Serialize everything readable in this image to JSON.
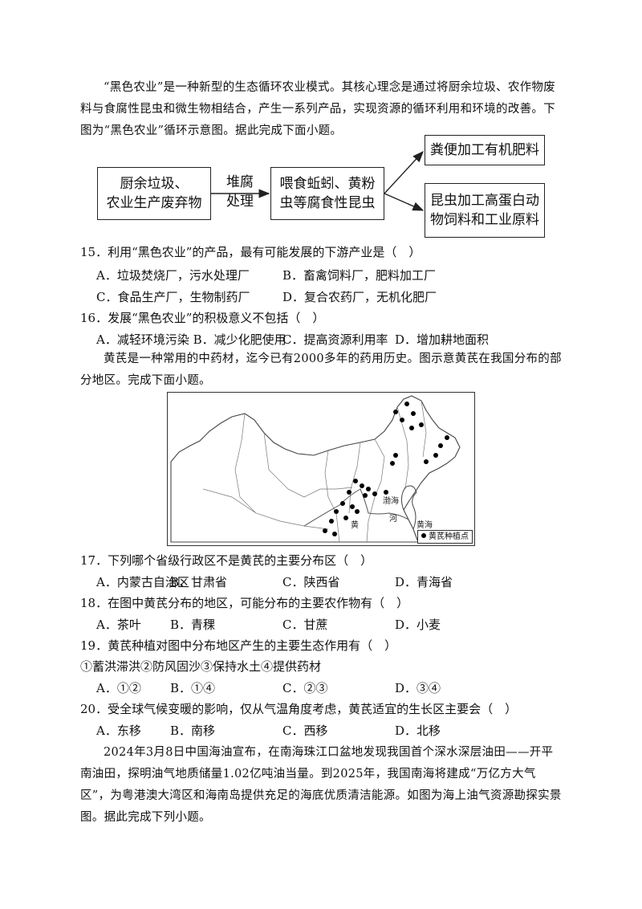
{
  "passage1": "“黑色农业”是一种新型的生态循环农业模式。其核心理念是通过将厨余垃圾、农作物废料与食腐性昆虫和微生物相结合，产生一系列产品，实现资源的循环利用和环境的改善。下图为“黑色农业”循环示意图。据此完成下面小题。",
  "flow": {
    "box1_line1": "厨余垃圾、",
    "box1_line2": "农业生产废弃物",
    "arrow_line1": "堆腐",
    "arrow_line2": "处理",
    "box2_line1": "喂食蚯蚓、黄粉",
    "box2_line2": "虫等腐食性昆虫",
    "box3": "粪便加工有机肥料",
    "box4_line1": "昆虫加工高蛋白动",
    "box4_line2": "物饲料和工业原料"
  },
  "q15": {
    "stem": "15．利用“黑色农业”的产品，最有可能发展的下游产业是（　）",
    "a": "A．垃圾焚烧厂，污水处理厂",
    "b": "B．畜禽饲料厂，肥料加工厂",
    "c": "C．食品生产厂，生物制药厂",
    "d": "D．复合农药厂，无机化肥厂"
  },
  "q16": {
    "stem": "16．发展“黑色农业”的积极意义不包括（　）",
    "a": "A．减轻环境污染 B．减少化肥使用",
    "c": "C．提高资源利用率",
    "d": "D．增加耕地面积"
  },
  "passage2": "黄芪是一种常用的中药材，迄今已有2000多年的药用历史。图示意黄芪在我国分布的部分地区。完成下面小题。",
  "map": {
    "legend": "黄芪种植点",
    "label_bohai": "渤海",
    "label_huanghai": "黄海",
    "label_he": "河",
    "label_huang": "黄"
  },
  "q17": {
    "stem": "17．下列哪个省级行政区不是黄芪的主要分布区（　）",
    "a": "A．内蒙古自治区",
    "b": "B．甘肃省",
    "c": "C．陕西省",
    "d": "D．青海省"
  },
  "q18": {
    "stem": "18．在图中黄芪分布的地区，可能分布的主要农作物有（　）",
    "a": "A．茶叶",
    "b": "B．青稞",
    "c": "C．甘蔗",
    "d": "D．小麦"
  },
  "q19": {
    "stem": "19．黄芪种植对图中分布地区产生的主要生态作用有（　）",
    "sub": "①蓄洪滞洪②防风固沙③保持水土④提供药材",
    "a": "A．①②",
    "b": "B．①④",
    "c": "C．②③",
    "d": "D．③④"
  },
  "q20": {
    "stem": "20．受全球气候变暖的影响，仅从气温角度考虑，黄芪适宜的生长区主要会（　）",
    "a": "A．东移",
    "b": "B．南移",
    "c": "C．西移",
    "d": "D．北移"
  },
  "passage3": "2024年3月8日中国海油宣布，在南海珠江口盆地发现我国首个深水深层油田——开平南油田，探明油气地质储量1.02亿吨油当量。到2025年，我国南海将建成“万亿方大气区”，为粤港澳大湾区和海南岛提供充足的海底优质清洁能源。如图为海上油气资源勘探实景图。据此完成下列小题。"
}
